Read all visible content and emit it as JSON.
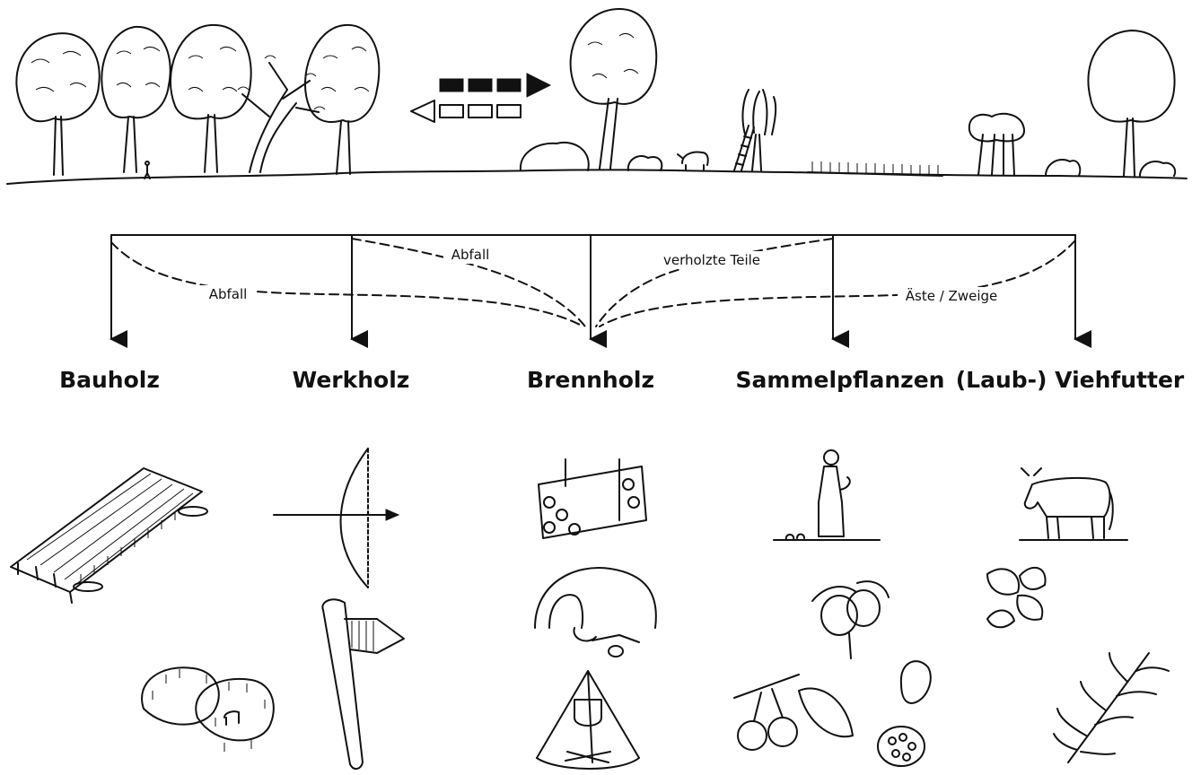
{
  "categories": [
    {
      "id": "bauholz",
      "label": "Bauholz"
    },
    {
      "id": "werkholz",
      "label": "Werkholz"
    },
    {
      "id": "brennholz",
      "label": "Brennholz"
    },
    {
      "id": "sammelpflanzen",
      "label": "Sammelpflanzen"
    },
    {
      "id": "viehfutter",
      "label": "(Laub-) Viehfutter"
    }
  ],
  "flows": {
    "abfall_bauholz": "Abfall",
    "abfall_werkholz": "Abfall",
    "verholzte_teile": "verholzte Teile",
    "aeste_zweige": "Äste / Zweige"
  },
  "colors": {
    "ink": "#111111",
    "background": "#ffffff"
  }
}
